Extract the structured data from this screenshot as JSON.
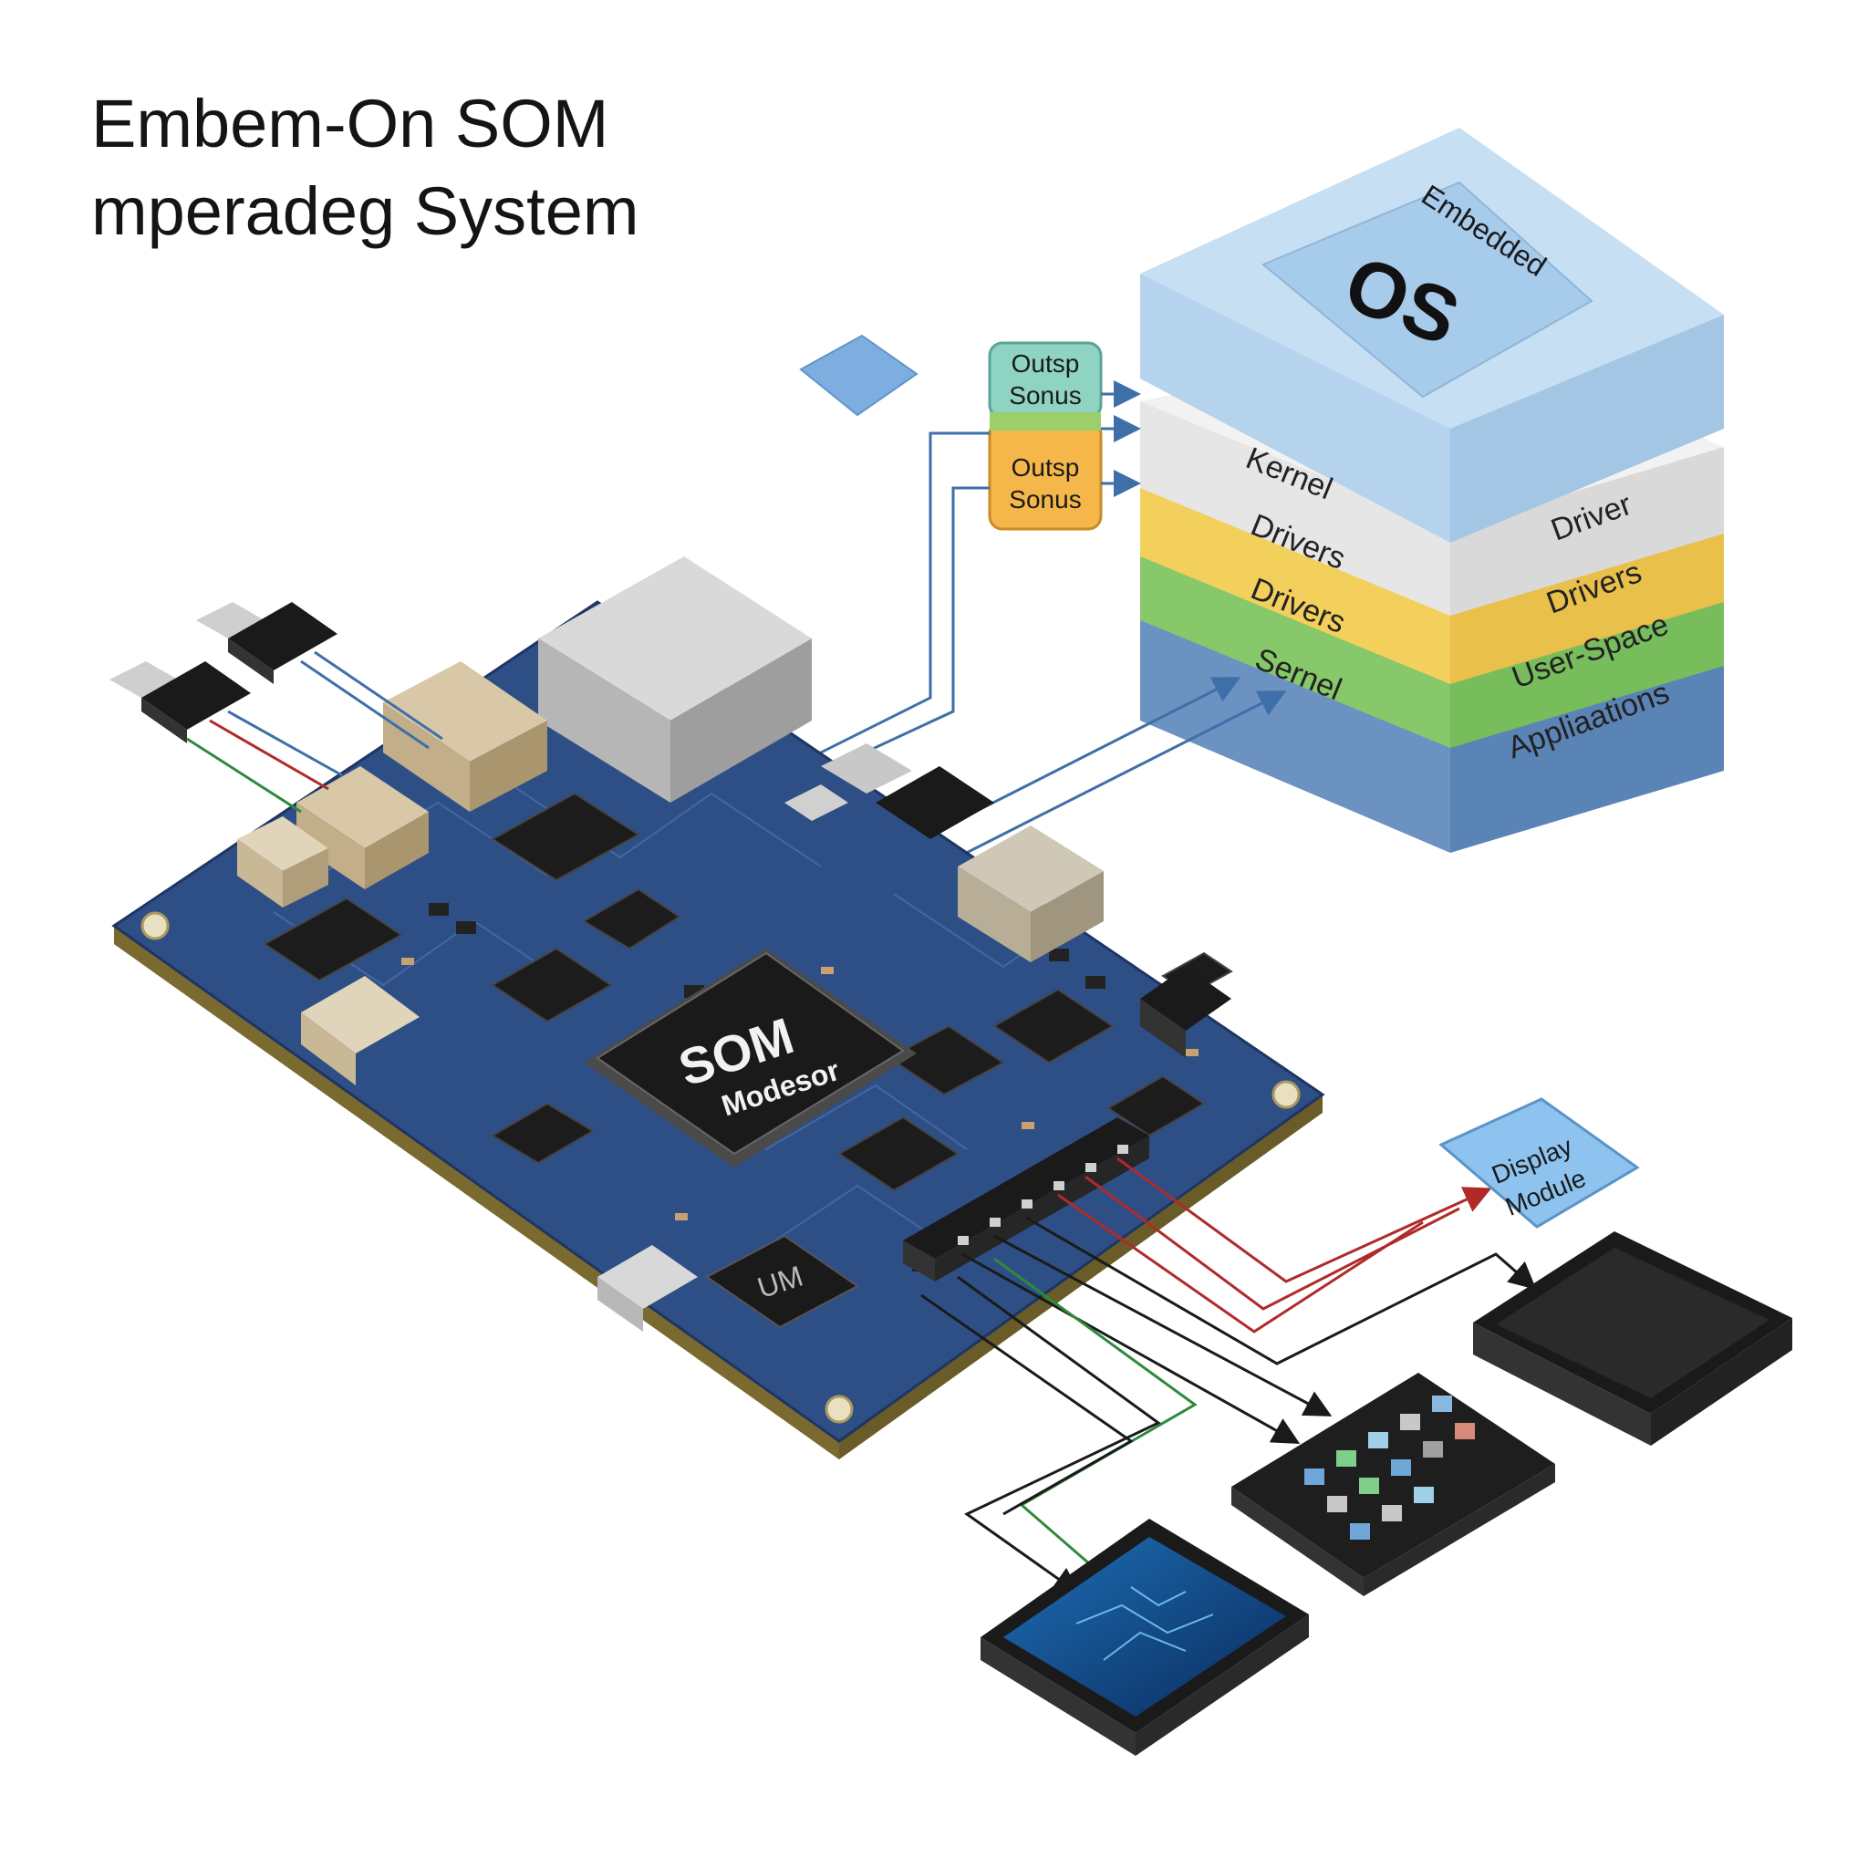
{
  "title": {
    "line1": "Embem-On SOM",
    "line2": "mperadeg System"
  },
  "os_stack": {
    "top_tile_small": "Embedded",
    "top_tile_big": "OS",
    "layer_kernel": "Kernel",
    "layer_driver": "Driver",
    "layer_drivers_left": "Drivers",
    "layer_drivers_right": "Drivers",
    "layer_drivers_left_2": "Drivers",
    "layer_user_space": "User-Space",
    "layer_sernel": "Sernel",
    "layer_applications": "Appliaations",
    "colors": {
      "top": "#b9d6ee",
      "white": "#e8e8e8",
      "yellow": "#f3cf5c",
      "green": "#8ccc6e",
      "blue": "#7ea4cf"
    }
  },
  "output_tags": [
    {
      "line1": "Outsp",
      "line2": "Sonus",
      "color": "#8fd3c3"
    },
    {
      "line1": "Outsp",
      "line2": "Sonus",
      "color": "#f5b74a"
    }
  ],
  "board": {
    "chip_title": "SOM",
    "chip_sub": "Modesor",
    "small_chip": "UM",
    "color": "#2e4f86"
  },
  "display_module": {
    "line1": "Display",
    "line2": "Module",
    "color": "#8ec3ef"
  },
  "line_colors": {
    "blue": "#3f6fa8",
    "red": "#b02a2a",
    "green": "#2e8a3a",
    "black": "#1a1a1a"
  }
}
